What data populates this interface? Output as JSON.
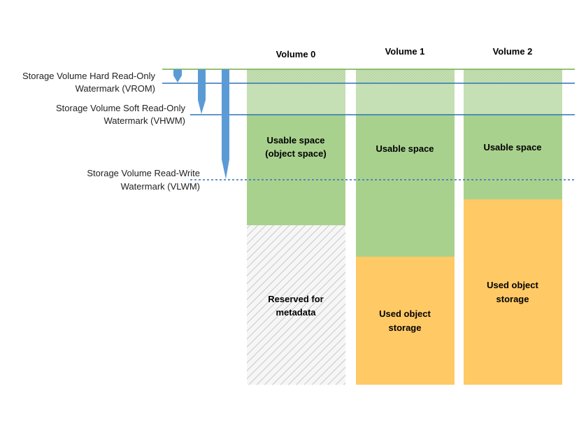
{
  "watermarks": [
    {
      "id": "vrom",
      "line1": "Storage Volume Hard Read-Only",
      "line2": "Watermark (VROM)"
    },
    {
      "id": "vhwm",
      "line1": "Storage Volume Soft Read-Only",
      "line2": "Watermark (VHWM)"
    },
    {
      "id": "vlwm",
      "line1": "Storage Volume Read-Write",
      "line2": "Watermark (VLWM)"
    }
  ],
  "volumes": [
    {
      "title": "Volume 0",
      "usable": {
        "line1": "Usable space",
        "line2": "(object space)"
      },
      "lower": {
        "line1": "Reserved for",
        "line2": "metadata"
      }
    },
    {
      "title": "Volume 1",
      "usable": {
        "line1": "Usable space",
        "line2": ""
      },
      "lower": {
        "line1": "Used object",
        "line2": "storage"
      }
    },
    {
      "title": "Volume 2",
      "usable": {
        "line1": "Usable space",
        "line2": ""
      },
      "lower": {
        "line1": "Used object",
        "line2": "storage"
      }
    }
  ],
  "colors": {
    "usable": "#a9d18e",
    "usable_light": "#c5e0b4",
    "used_storage": "#ffc966",
    "reserved_hatch": "#c8c8c8",
    "watermark_line": "#2e75b6",
    "top_line": "#70ad47",
    "arrow": "#5b9bd5"
  }
}
